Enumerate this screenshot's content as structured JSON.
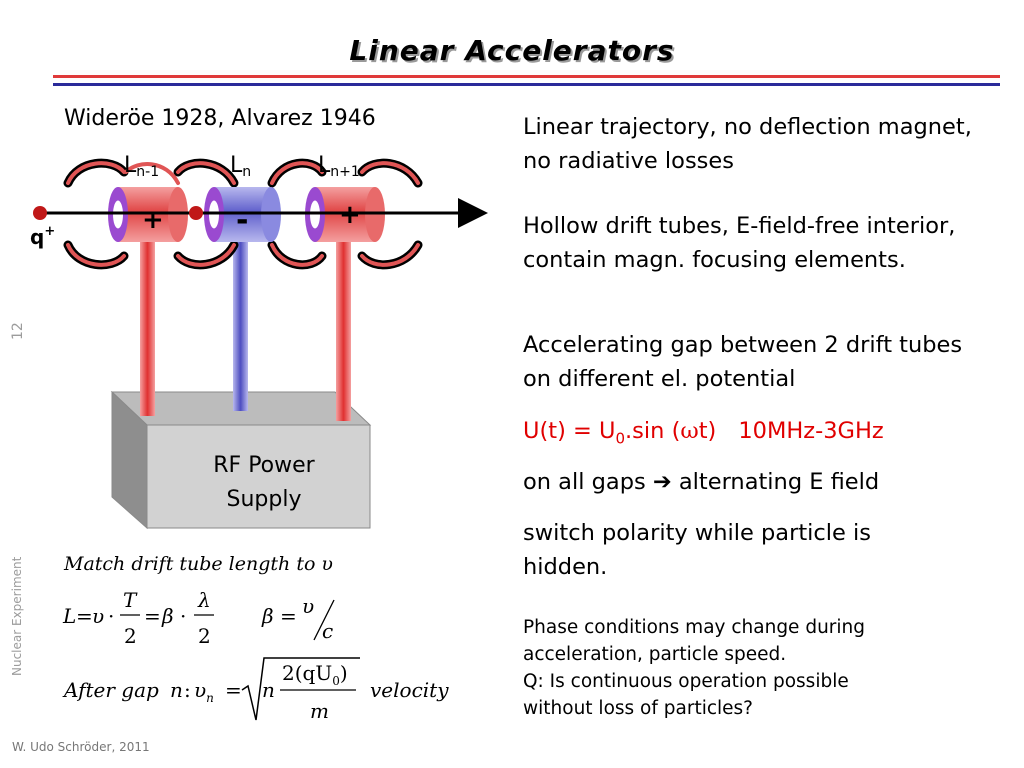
{
  "title": "Linear Accelerators",
  "subtitle": "Wideröe 1928, Alvarez 1946",
  "diagram": {
    "tube_labels": [
      {
        "base": "L",
        "sub": "n-1"
      },
      {
        "base": "L",
        "sub": "n"
      },
      {
        "base": "L",
        "sub": "n+1"
      }
    ],
    "charge_base": "q",
    "charge_sup": "+",
    "polarity": [
      "+",
      "-",
      "+"
    ],
    "power_supply": [
      "RF Power",
      "Supply"
    ]
  },
  "bullets": [
    "Linear trajectory, no deflection magnet, no radiative losses",
    "Hollow drift tubes, E-field-free interior, contain magn. focusing elements.",
    "Accelerating gap between 2 drift tubes on different el. potential"
  ],
  "formula_line": {
    "prefix": "U(t) = U",
    "sub": "0",
    "middle": ".sin (",
    "omega": "ω",
    "suffix": "t)",
    "range": "10MHz-3GHz"
  },
  "gaps_line": {
    "prefix": "on all gaps",
    "arrow": "➔",
    "suffix": "alternating E field"
  },
  "polarity_text": [
    "switch polarity while particle is",
    "hidden."
  ],
  "small_text": [
    "Phase conditions may change during",
    "acceleration, particle speed.",
    "Q:  Is continuous operation possible",
    "without loss of particles?"
  ],
  "equations": {
    "match_text": "Match drift tube length to υ",
    "L": "L",
    "upsilon": "υ",
    "T": "T",
    "two": "2",
    "beta": "β",
    "lambda": "λ",
    "c": "c",
    "after": "After  gap",
    "n": "n",
    "colon": ":",
    "vn_sub": "n",
    "num": "2(qU",
    "num_sub": "0",
    "num_close": ")",
    "m": "m",
    "velocity": "velocity"
  },
  "side_page_number": "12",
  "side_label": "Nuclear Experiment",
  "footer": "W. Udo Schröder, 2011",
  "colors": {
    "red_tube": "#e05555",
    "blue_tube": "#7070d8",
    "accent_red": "#e00000",
    "rule_blue": "#2a2a9a"
  }
}
